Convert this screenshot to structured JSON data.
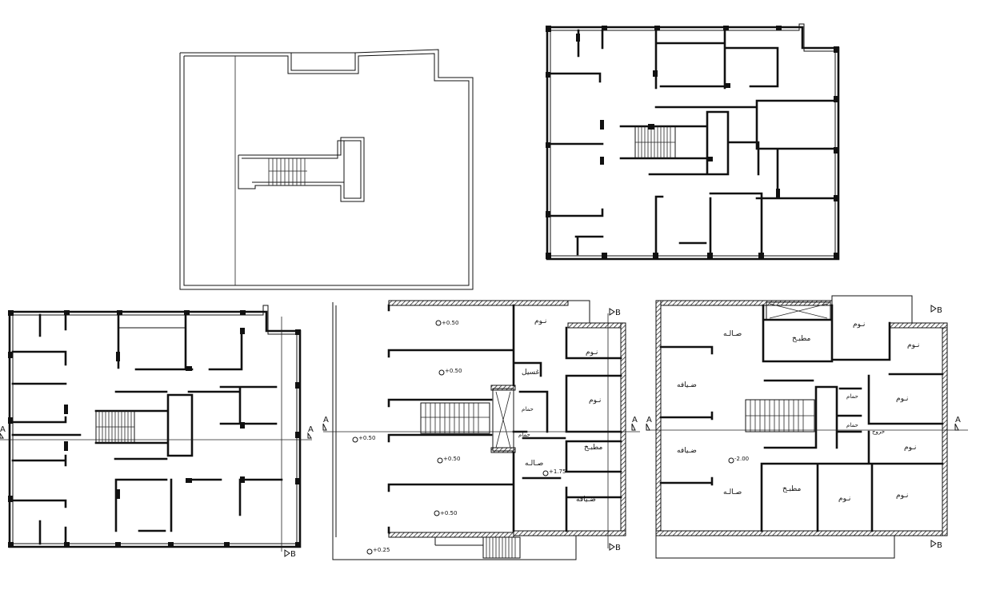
{
  "rooms": {
    "sala": "صـالـه",
    "dhiyafa": "ضـيافه",
    "matbakh": "مطبـخ",
    "nawm": "نـوم",
    "hammam": "حمام",
    "ghasil": "غسيل",
    "kharoj": "خروج"
  },
  "levels": {
    "p050": "+0.50",
    "p025": "+0.25",
    "p175": "+1.75",
    "m200": "-2.00"
  },
  "sections": {
    "a": "A",
    "b": "B"
  }
}
